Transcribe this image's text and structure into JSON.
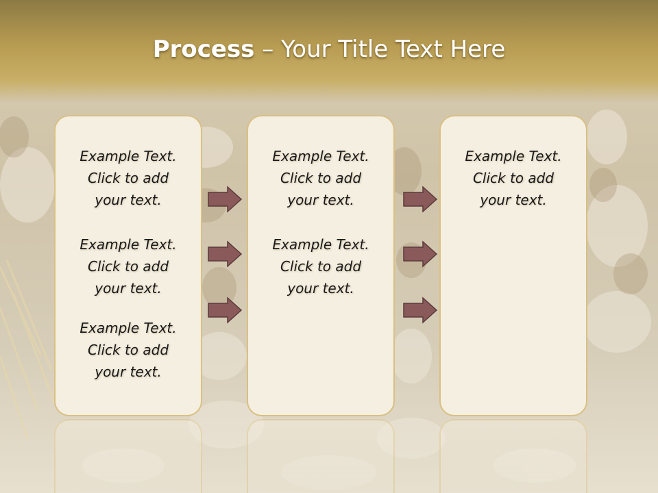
{
  "title": {
    "bold": "Process",
    "rest": " – Your Title Text Here"
  },
  "panels": [
    {
      "items": [
        "Example Text.\nClick  to add\nyour text.",
        "Example Text.\nClick  to add\nyour text.",
        "Example Text.\nClick  to add\nyour text."
      ]
    },
    {
      "items": [
        "Example Text.\nClick  to add\nyour text.",
        "Example Text.\nClick  to add\nyour text."
      ]
    },
    {
      "items": [
        "Example Text.\nClick  to add\nyour text."
      ]
    }
  ],
  "colors": {
    "header": "#b89c52",
    "panel_fill": "#f5efe1",
    "panel_border": "#d9c083",
    "arrow_fill": "#8a5a5a",
    "title_text": "#ffffff"
  },
  "icons": [
    "arrow-right-icon"
  ]
}
